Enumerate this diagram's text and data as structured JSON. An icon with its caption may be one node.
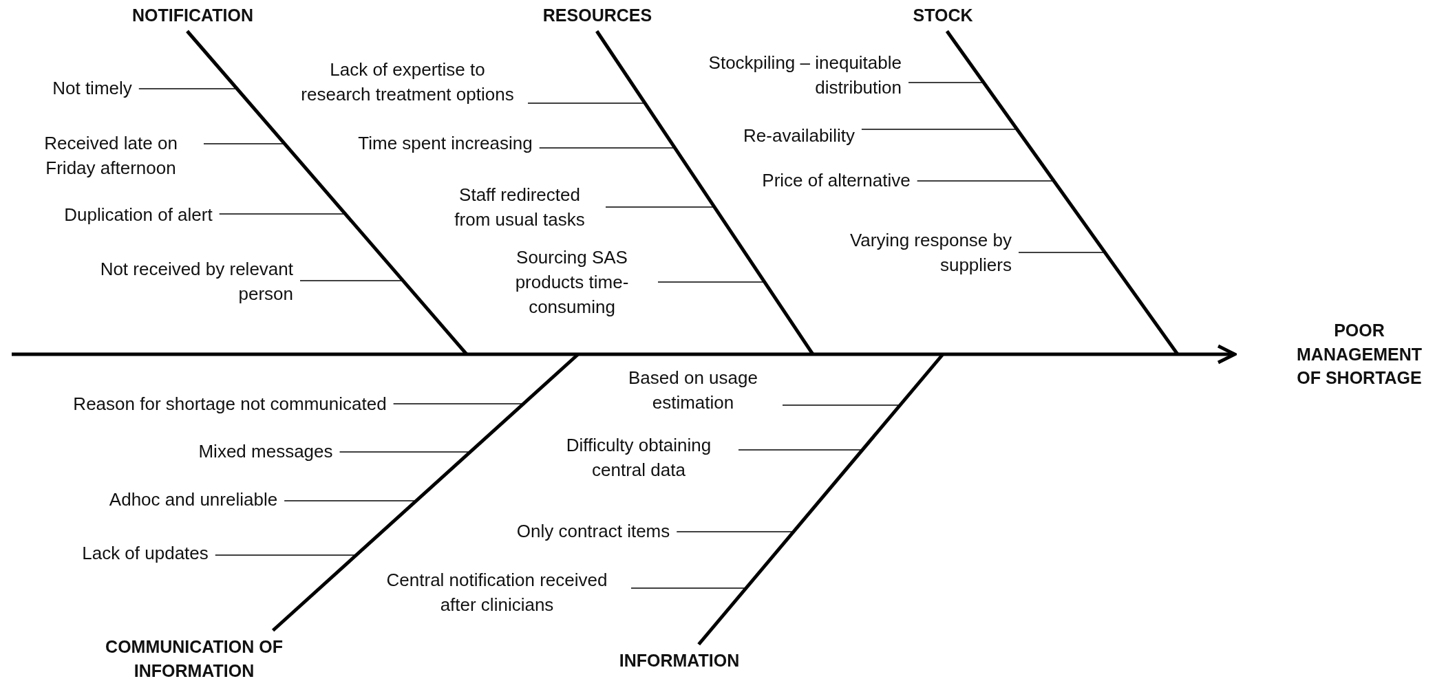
{
  "diagram": {
    "nodes": [
      {
        "text": [
          "NOTIFICATION"
        ]
      },
      {
        "text": [
          "Not timely"
        ]
      },
      {
        "text": [
          "Received late on Friday afternoon"
        ]
      },
      {
        "text": [
          "Duplication of alert"
        ]
      },
      {
        "text": [
          "Not received by relevant person"
        ]
      },
      {
        "text": [
          "RESOURCES"
        ]
      },
      {
        "text": [
          "Lack of expertise to research treatment options"
        ]
      },
      {
        "text": [
          "Time spent increasing"
        ]
      },
      {
        "text": [
          "Staff redirected from usual tasks"
        ]
      },
      {
        "text": [
          "Sourcing SAS products time-consuming"
        ]
      },
      {
        "text": [
          "STOCK"
        ]
      },
      {
        "text": [
          "Stockpiling – inequitable distribution"
        ]
      },
      {
        "text": [
          "Re-availability"
        ]
      },
      {
        "text": [
          "Price of alternative"
        ]
      },
      {
        "text": [
          "Varying response by suppliers"
        ]
      },
      {
        "text": [
          "POOR MANAGEMENT OF SHORTAGE"
        ]
      },
      {
        "text": [
          "COMMUNICATION OF INFORMATION"
        ]
      },
      {
        "text": [
          "Reason for shortage not communicated"
        ]
      },
      {
        "text": [
          "Mixed messages"
        ]
      },
      {
        "text": [
          "Adhoc and unreliable"
        ]
      },
      {
        "text": [
          "Lack of updates"
        ]
      },
      {
        "text": [
          "INFORMATION"
        ]
      },
      {
        "text": [
          "Based on usage estimation"
        ]
      },
      {
        "text": [
          "Difficulty obtaining central data"
        ]
      },
      {
        "text": [
          "Only contract items"
        ]
      },
      {
        "text": [
          "Central notification received after clinicians"
        ]
      }
    ],
    "edges": [
      {
        "from": null,
        "to": 15,
        "arrow": "to",
        "style": "thick"
      },
      {
        "from": 0,
        "to": null,
        "arrow": "none",
        "style": "thick"
      },
      {
        "from": 5,
        "to": null,
        "arrow": "none",
        "style": "thick"
      },
      {
        "from": 10,
        "to": null,
        "arrow": "none",
        "style": "thick"
      },
      {
        "from": 16,
        "to": null,
        "arrow": "none",
        "style": "thick"
      },
      {
        "from": 21,
        "to": null,
        "arrow": "none",
        "style": "thick"
      },
      {
        "from": 1,
        "to": null,
        "arrow": "none"
      },
      {
        "from": 2,
        "to": null,
        "arrow": "none"
      },
      {
        "from": 3,
        "to": null,
        "arrow": "none"
      },
      {
        "from": 4,
        "to": null,
        "arrow": "none"
      },
      {
        "from": 6,
        "to": null,
        "arrow": "none"
      },
      {
        "from": 7,
        "to": null,
        "arrow": "none"
      },
      {
        "from": 8,
        "to": null,
        "arrow": "none"
      },
      {
        "from": 9,
        "to": null,
        "arrow": "none"
      },
      {
        "from": 11,
        "to": null,
        "arrow": "none"
      },
      {
        "from": 12,
        "to": null,
        "arrow": "none"
      },
      {
        "from": 13,
        "to": null,
        "arrow": "none"
      },
      {
        "from": 14,
        "to": null,
        "arrow": "none"
      },
      {
        "from": 17,
        "to": null,
        "arrow": "none"
      },
      {
        "from": 18,
        "to": null,
        "arrow": "none"
      },
      {
        "from": 19,
        "to": null,
        "arrow": "none"
      },
      {
        "from": 20,
        "to": null,
        "arrow": "none"
      },
      {
        "from": 22,
        "to": null,
        "arrow": "none"
      },
      {
        "from": 23,
        "to": null,
        "arrow": "none"
      },
      {
        "from": 24,
        "to": null,
        "arrow": "none"
      },
      {
        "from": 25,
        "to": null,
        "arrow": "none"
      }
    ]
  }
}
